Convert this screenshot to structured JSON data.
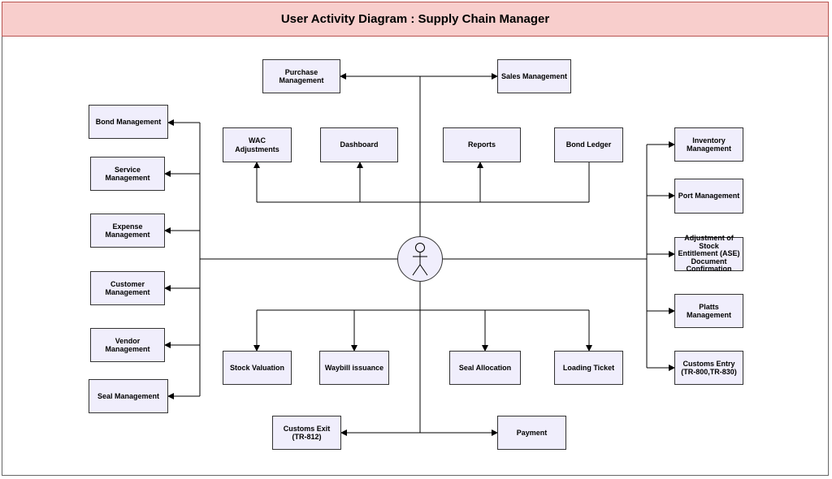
{
  "header": {
    "title": "User Activity Diagram : Supply Chain Manager"
  },
  "actor": {
    "icon": "stick-figure-icon"
  },
  "nodes": {
    "purchase_management": "Purchase Management",
    "sales_management": "Sales Management",
    "wac_adjustments": "WAC Adjustments",
    "dashboard": "Dashboard",
    "reports": "Reports",
    "bond_ledger": "Bond Ledger",
    "bond_management": "Bond Management",
    "service_management": "Service Management",
    "expense_management": "Expense Management",
    "customer_management": "Customer\nManagement",
    "vendor_management": "Vendor Management",
    "seal_management": "Seal Management",
    "inventory_management": "Inventory\nManagement",
    "port_management": "Port Management",
    "ase_confirmation": "Adjustment of Stock\nEntitlement (ASE)\nDocument\nConfirmation",
    "platts_management": "Platts Management",
    "customs_entry": "Customs Entry\n(TR-800,TR-830)",
    "stock_valuation": "Stock Valuation",
    "waybill_issuance": "Waybill issuance",
    "seal_allocation": "Seal Allocation",
    "loading_ticket": "Loading Ticket",
    "customs_exit": "Customs Exit\n(TR-812)",
    "payment": "Payment"
  }
}
